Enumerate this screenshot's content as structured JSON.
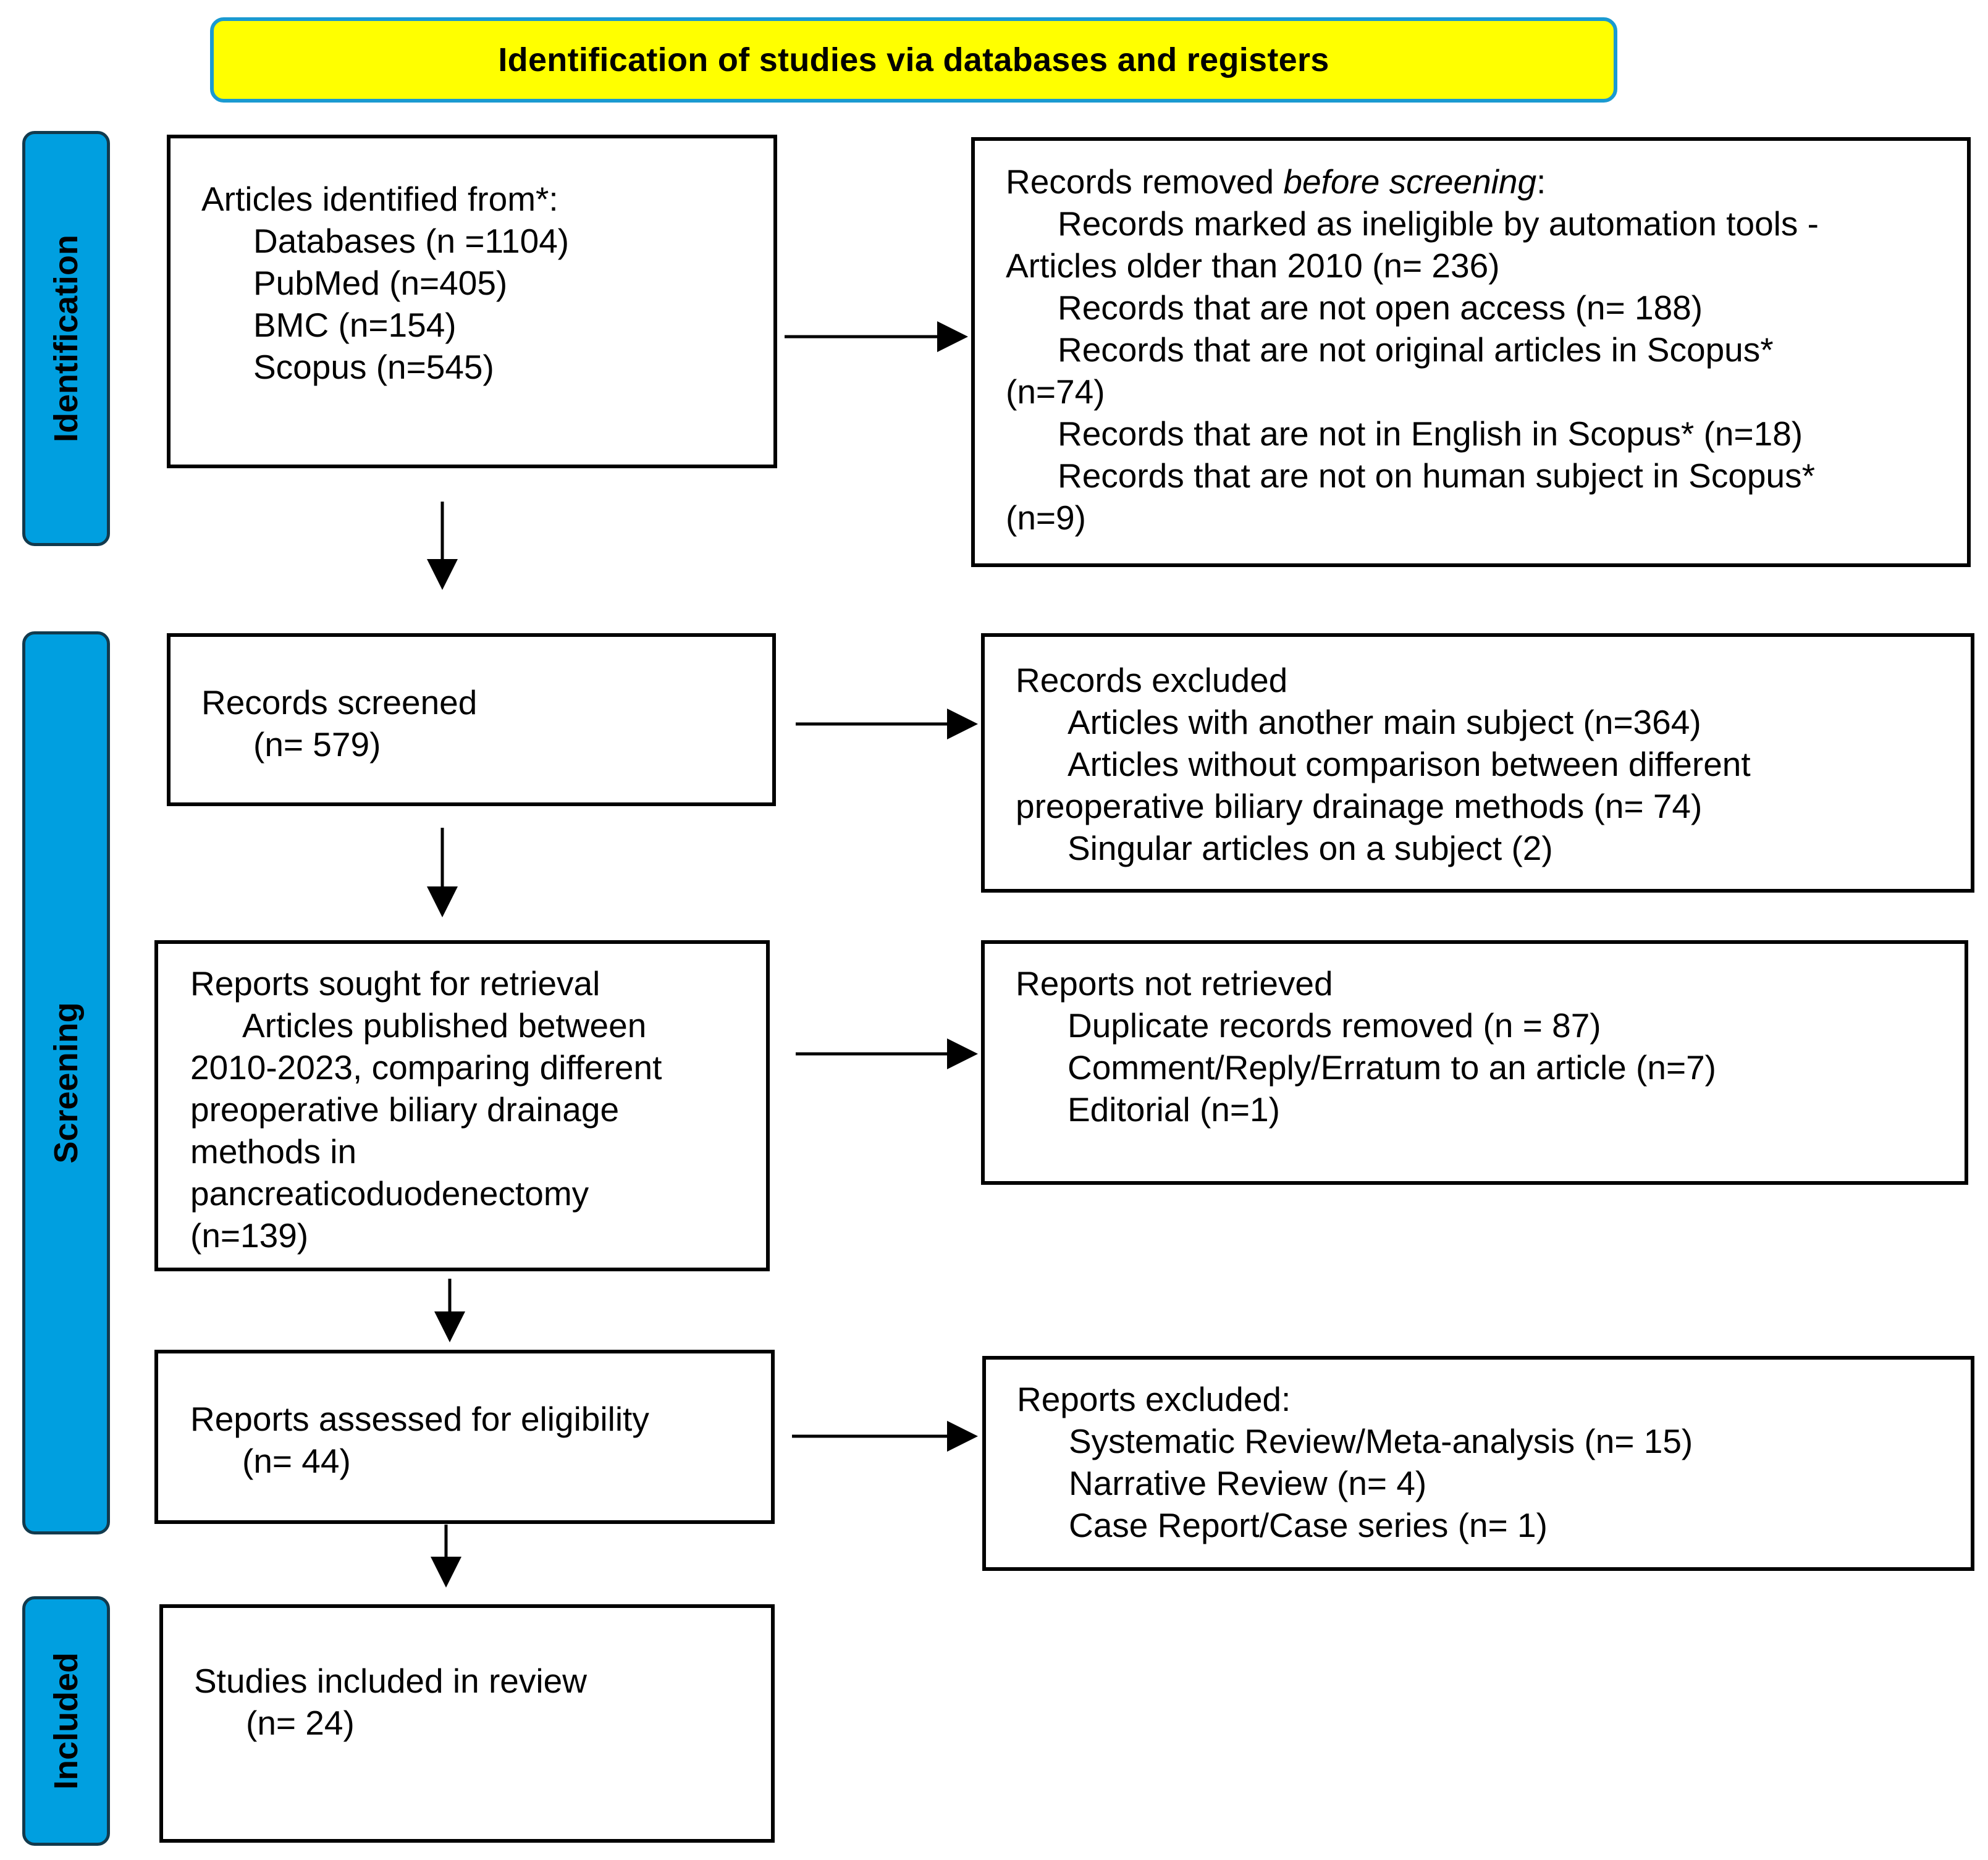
{
  "header": {
    "title": "Identification of studies via databases and registers"
  },
  "stages": {
    "identification": "Identification",
    "screening": "Screening",
    "included": "Included"
  },
  "identified": {
    "heading": "Articles identified from*:",
    "databases": "Databases (n =1104)",
    "pubmed": "PubMed (n=405)",
    "bmc": "BMC (n=154)",
    "scopus": "Scopus (n=545)"
  },
  "removed": {
    "heading_prefix": "Records removed ",
    "heading_emph": "before screening",
    "heading_suffix": ":",
    "line1": "Records marked as ineligible by automation tools -",
    "line2": "Articles older than 2010 (n= 236)",
    "line3": "Records that are not open access (n= 188)",
    "line4": "Records that are not original articles in Scopus*",
    "line5": "(n=74)",
    "line6": "Records that are not in English in Scopus* (n=18)",
    "line7": "Records that are not on human subject in Scopus*",
    "line8": "(n=9)"
  },
  "screened": {
    "heading": "Records screened",
    "count": "(n= 579)"
  },
  "excluded": {
    "heading": "Records excluded",
    "line1": "Articles with another main subject (n=364)",
    "line2": "Articles without comparison between different",
    "line3": "preoperative biliary drainage methods (n= 74)",
    "line4": "Singular articles on a subject (2)"
  },
  "sought": {
    "heading": "Reports sought for retrieval",
    "line1": "Articles published between",
    "line2": "2010-2023, comparing different",
    "line3": "preoperative biliary drainage",
    "line4": "methods in",
    "line5": "pancreaticoduodenectomy",
    "line6": "(n=139)"
  },
  "not_retrieved": {
    "heading": "Reports not retrieved",
    "line1": "Duplicate records removed (n = 87)",
    "line2": "Comment/Reply/Erratum to an article (n=7)",
    "line3": "Editorial (n=1)"
  },
  "assessed": {
    "heading": "Reports assessed for eligibility",
    "count": "(n= 44)"
  },
  "reports_excluded": {
    "heading": "Reports excluded:",
    "line1": "Systematic Review/Meta-analysis (n= 15)",
    "line2": "Narrative Review (n= 4)",
    "line3": "Case Report/Case series (n= 1)"
  },
  "included": {
    "heading": "Studies included in review",
    "count": "(n= 24)"
  }
}
